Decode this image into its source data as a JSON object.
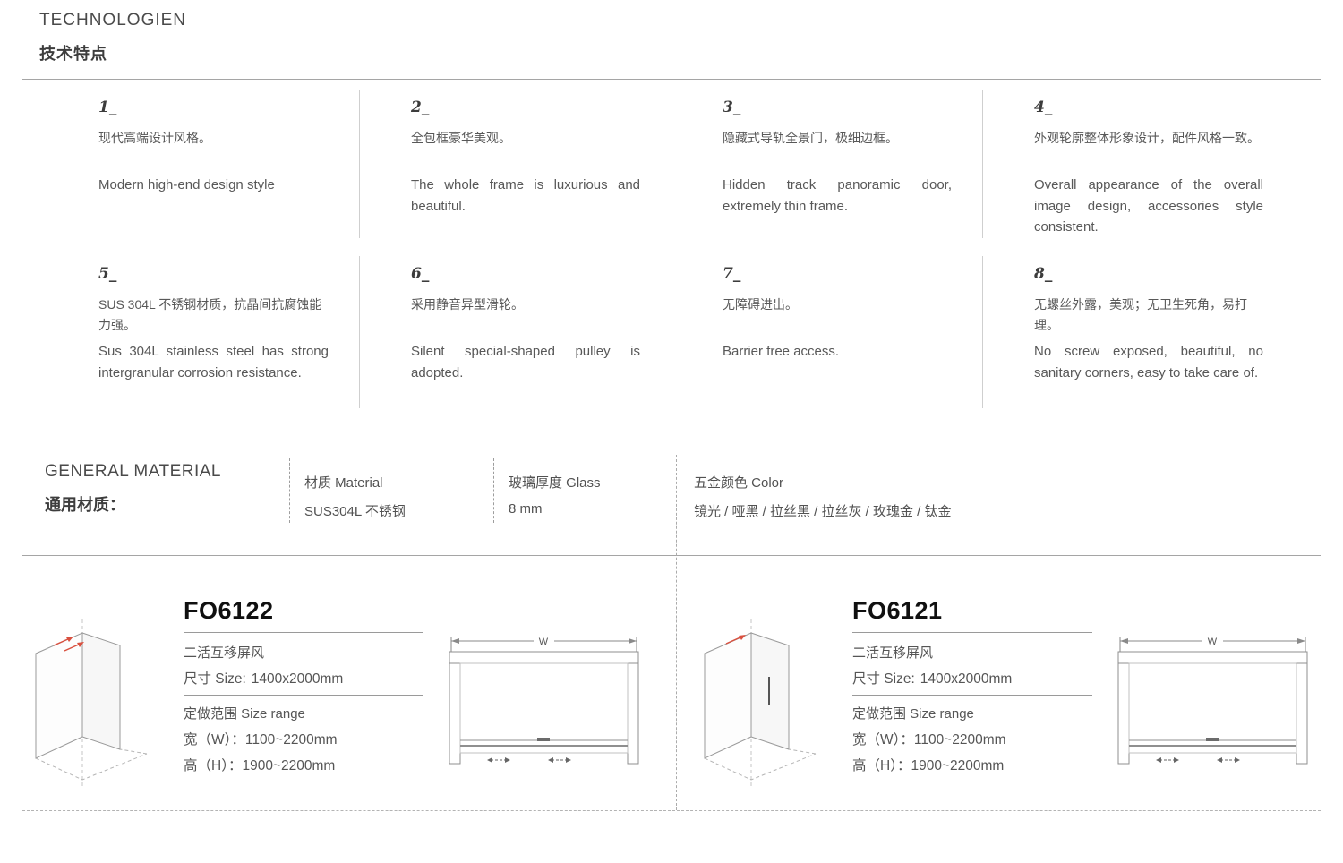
{
  "header": {
    "title_en": "TECHNOLOGIEN",
    "title_zh": "技术特点"
  },
  "features": [
    {
      "num": "1_",
      "zh": "现代高端设计风格。",
      "en": "Modern high-end design style"
    },
    {
      "num": "2_",
      "zh": "全包框豪华美观。",
      "en": "The whole frame is luxurious and beautiful."
    },
    {
      "num": "3_",
      "zh": "隐藏式导轨全景门，极细边框。",
      "en": "Hidden track panoramic door, extremely thin frame."
    },
    {
      "num": "4_",
      "zh": "外观轮廓整体形象设计，配件风格一致。",
      "en": "Overall appearance of the overall image design, accessories style consistent."
    },
    {
      "num": "5_",
      "zh": "SUS 304L 不锈钢材质，抗晶间抗腐蚀能力强。",
      "en": "Sus 304L stainless steel has strong intergranular corrosion resistance."
    },
    {
      "num": "6_",
      "zh": "采用静音异型滑轮。",
      "en": "Silent special-shaped pulley is adopted."
    },
    {
      "num": "7_",
      "zh": "无障碍进出。",
      "en": "Barrier free access."
    },
    {
      "num": "8_",
      "zh": "无螺丝外露，美观；无卫生死角，易打理。",
      "en": "No screw exposed, beautiful, no sanitary corners, easy to take care of."
    }
  ],
  "material": {
    "title_en": "GENERAL MATERIAL",
    "title_zh": "通用材质：",
    "columns": [
      {
        "label": "材质 Material",
        "value": "SUS304L 不锈钢"
      },
      {
        "label": "玻璃厚度 Glass",
        "value": "8 mm"
      },
      {
        "label": "五金颜色 Color",
        "value": "镜光 / 哑黑 / 拉丝黑 / 拉丝灰 / 玫瑰金 / 钛金"
      }
    ]
  },
  "products": [
    {
      "model": "FO6122",
      "type": "二活互移屏风",
      "size_label": "尺寸 Size:",
      "size_value": "1400x2000mm",
      "range_label": "定做范围 Size range",
      "width_label": "宽（W）：",
      "width_value": "1100~2200mm",
      "height_label": "高（H）：",
      "height_value": "1900~2200mm",
      "dim_label": "W"
    },
    {
      "model": "FO6121",
      "type": "二活互移屏风",
      "size_label": "尺寸 Size:",
      "size_value": "1400x2000mm",
      "range_label": "定做范围 Size range",
      "width_label": "宽（W）：",
      "width_value": "1100~2200mm",
      "height_label": "高（H）：",
      "height_value": "1900~2200mm",
      "dim_label": "W"
    }
  ],
  "colors": {
    "accent_red": "#d9503f",
    "line_gray": "#a5a5a5",
    "text_gray": "#565656"
  }
}
